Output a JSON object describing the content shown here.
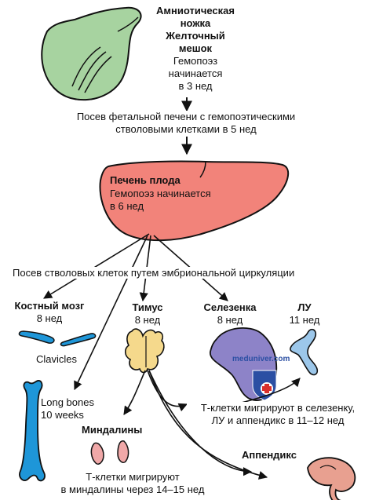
{
  "header": {
    "title_lines": [
      "Амниотическая",
      "ножка",
      "Желточный",
      "мешок"
    ],
    "subtitle_lines": [
      "Гемопоэз",
      "начинается",
      "в 3 нед"
    ]
  },
  "step1": {
    "lines": [
      "Посев фетальной печени с гемопоэтическими",
      "стволовыми клетками в 5 нед"
    ]
  },
  "liver": {
    "title": "Печень плода",
    "lines": [
      "Гемопоэз начинается",
      "в 6 нед"
    ]
  },
  "step2": {
    "text": "Посев стволовых клеток путем эмбриональной циркуляции"
  },
  "organs": {
    "bone_marrow": {
      "title": "Костный мозг",
      "week": "8 нед"
    },
    "thymus": {
      "title": "Тимус",
      "week": "8 нед"
    },
    "spleen": {
      "title": "Селезенка",
      "week": "8 нед"
    },
    "lymph": {
      "title": "ЛУ",
      "week": "11 нед"
    }
  },
  "bones": {
    "clavicles": "Clavicles",
    "long_bones_lines": [
      "Long bones",
      "10 weeks"
    ]
  },
  "migration1": {
    "lines": [
      "Т-клетки мигрируют в селезенку,",
      "ЛУ и аппендикс в 11–12 нед"
    ]
  },
  "tonsils": {
    "title": "Миндалины"
  },
  "appendix": {
    "title": "Аппендикс"
  },
  "migration2": {
    "lines": [
      "Т-клетки мигрируют",
      "в миндалины через 14–15 нед"
    ]
  },
  "watermark": "meduniver.com",
  "colors": {
    "yolk_sac": "#a7d3a0",
    "liver": "#f2837a",
    "bone": "#1e96d8",
    "thymus": "#f5d98c",
    "spleen": "#8d83c8",
    "lymph_node": "#9cc7ea",
    "tonsil": "#f0a8a8",
    "appendix": "#e8a090"
  }
}
